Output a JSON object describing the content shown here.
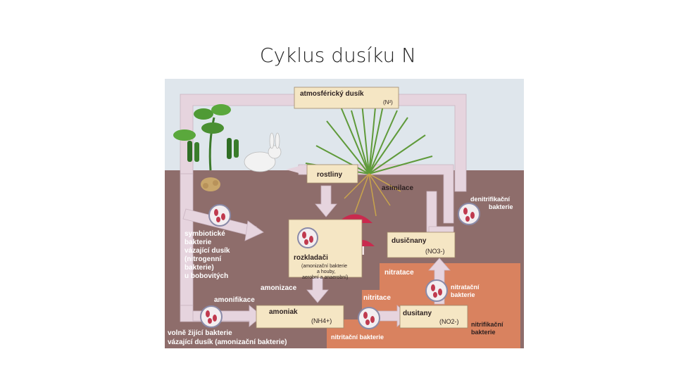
{
  "slide": {
    "title": "Cyklus dusíku N"
  },
  "diagram": {
    "boxes": {
      "atmo": {
        "title": "atmosférický dusík",
        "formula": "(N²)"
      },
      "plants": {
        "title": "rostliny"
      },
      "decomp": {
        "title": "rozkladači",
        "line1": "(amonizační bakterie",
        "line2": "a houby,",
        "line3": "aerobní a anaerobní)"
      },
      "nitrates": {
        "title": "dusičnany",
        "formula": "(NO3-)"
      },
      "ammonia": {
        "title": "amoniak",
        "formula": "(NH4+)"
      },
      "nitrites": {
        "title": "dusitany",
        "formula": "(NO2-)"
      }
    },
    "labels": {
      "assimilation": "asimilace",
      "denitrif_1": "denitrifikační",
      "denitrif_2": "bakterie",
      "symb_1": "symbiotické",
      "symb_2": "bakterie",
      "symb_3": "vázající dusík",
      "symb_4": "(nitrogenní",
      "symb_5": "bakterie)",
      "symb_6": "u bobovitých",
      "ammonization": "amonizace",
      "ammonification": "amonifikace",
      "nitratation": "nitratace",
      "nitratation_bact_1": "nitratační",
      "nitratation_bact_2": "bakterie",
      "nitritation": "nitritace",
      "nitrif_bact_1": "nitrifikační",
      "nitrif_bact_2": "bakterie",
      "nitritation_bact": "nitritační bakterie",
      "free_living_1": "volně žijící bakterie",
      "free_living_2": "vázající dusík (amonizační bakterie)"
    },
    "colors": {
      "sky": "#dfe6ec",
      "soil": "#8e6d6b",
      "orange_zone": "#d9825f",
      "arrow": "#e6d4de",
      "box_fill": "#f5e6c4",
      "bacteria_circle": "#f3eef0"
    }
  }
}
